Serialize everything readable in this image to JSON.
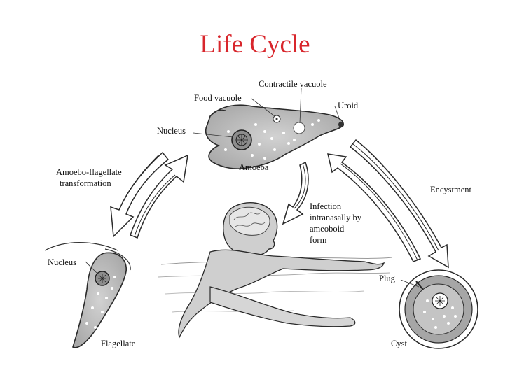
{
  "title": "Life Cycle",
  "labels": {
    "contractile_vacuole": "Contractile vacuole",
    "food_vacuole": "Food vacuole",
    "uroid": "Uroid",
    "nucleus_amoeba": "Nucleus",
    "amoeba": "Amoeba",
    "amoebo_flagellate_line1": "Amoebo-flagellate",
    "amoebo_flagellate_line2": "transformation",
    "encystment": "Encystment",
    "infection_line1": "Infection",
    "infection_line2": "intranasally by",
    "infection_line3": "ameoboid",
    "infection_line4": "form",
    "nucleus_flagellate": "Nucleus",
    "flagellate": "Flagellate",
    "plug": "Plug",
    "cyst": "Cyst"
  },
  "colors": {
    "title": "#d8262c",
    "stage_fill": "#bdbdbd",
    "outline": "#2a2a2a"
  }
}
